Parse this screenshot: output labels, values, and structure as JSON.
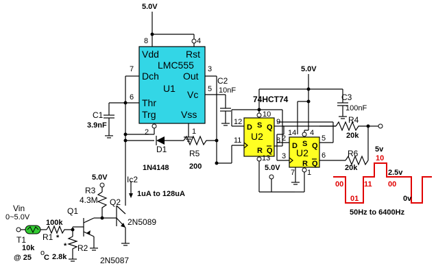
{
  "colors": {
    "chip": "#33d6e6",
    "flipflop": "#ffff22",
    "waveform": "#e00000",
    "wire": "#000000"
  },
  "supply": {
    "top": "5.0V",
    "ff": "5.0V",
    "q2": "5.0V",
    "ff2_bottom": "5.0V"
  },
  "u1": {
    "vdd": "Vdd",
    "rst": "Rst",
    "part": "LMC555",
    "dch": "Dch",
    "out": "Out",
    "ref": "U1",
    "vc": "Vc",
    "thr": "Thr",
    "trg": "Trg",
    "vss": "Vss",
    "pin8": "8",
    "pin4": "4",
    "pin7": "7",
    "pin3": "3",
    "pin6": "6",
    "pin5": "5",
    "pin2": "2",
    "pin1": "1"
  },
  "c1": {
    "ref": "C1",
    "value": "3.9nF"
  },
  "c2": {
    "ref": "C2",
    "value": "10nF"
  },
  "c3": {
    "ref": "C3",
    "value": "100nF"
  },
  "d1": {
    "ref": "D1",
    "part": "1N4148"
  },
  "r5": {
    "ref": "R5",
    "value": "200"
  },
  "r4": {
    "ref": "R4",
    "value": "20k"
  },
  "r6": {
    "ref": "R6",
    "value": "20k"
  },
  "r3": {
    "ref": "R3",
    "value": "4.3M"
  },
  "r1": {
    "ref": "R1",
    "value": "100k",
    "mark": "*"
  },
  "r2": {
    "ref": "R2",
    "value": "2.8k",
    "mark": "*"
  },
  "t1": {
    "ref": "T1",
    "value": "10k",
    "temp": "@ 25",
    "temp_sup": "o",
    "temp_unit": "C"
  },
  "vin": {
    "label": "Vin",
    "range": "0~5.0V"
  },
  "q1": {
    "ref": "Q1",
    "part": "2N5087"
  },
  "q2": {
    "ref": "Q2",
    "part": "2N5089"
  },
  "ic2": {
    "label": "Ic2",
    "range": "1uA to 128uA"
  },
  "ff_part": "74HCT74",
  "ff1": {
    "ref": "U2",
    "d": "D",
    "s": "S",
    "q": "Q",
    "r": "R",
    "qbar": "Q",
    "pin10": "10",
    "pin12": "12",
    "pin9": "9",
    "pin11": "11",
    "pin8": "8",
    "pin13": "13"
  },
  "ff2": {
    "ref": "U2",
    "d": "D",
    "s": "S",
    "q": "Q",
    "r": "R",
    "qbar": "Q",
    "pin14": "14",
    "pin4": "4",
    "pin2": "2",
    "pin5": "5",
    "pin3": "3",
    "pin6": "6",
    "pin7": "7",
    "pin1": "1"
  },
  "waveform": {
    "label_5v": "5v",
    "label_2_5v": "2.5v",
    "label_0v": "0v",
    "states": [
      "00",
      "01",
      "11",
      "10",
      "00"
    ],
    "freq": "50Hz to 6400Hz"
  }
}
